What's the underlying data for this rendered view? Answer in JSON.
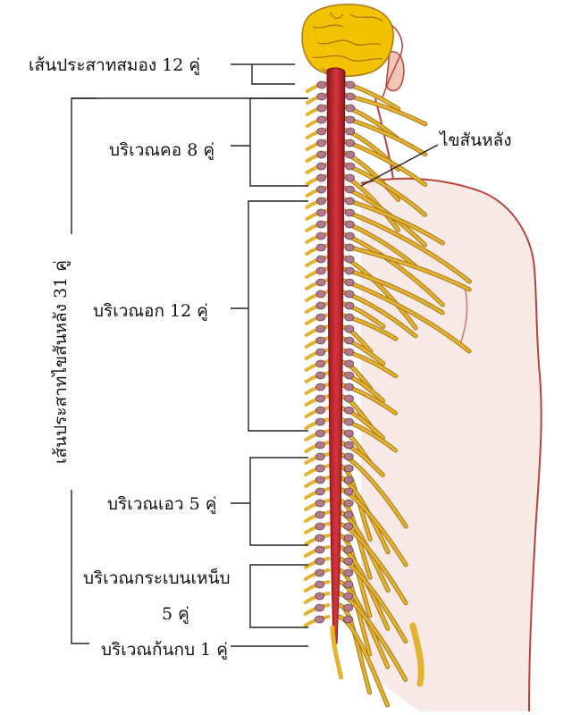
{
  "labels": {
    "cranial_nerves": "เส้นประสาทสมอง 12 คู่",
    "spinal_nerves_total": "เส้นประสาทไขสันหลัง 31 คู่",
    "cervical": "บริเวณคอ 8 คู่",
    "thoracic": "บริเวณอก 12 คู่",
    "lumbar": "บริเวณเอว 5 คู่",
    "sacral_line1": "บริเวณกระเบนเหน็บ",
    "sacral_line2": "5 คู่",
    "coccygeal": "บริเวณก้นกบ 1 คู่",
    "spinal_cord": "ไขสันหลัง"
  },
  "colors": {
    "spinal_cord": "#c0262c",
    "nerve": "#e3b22f",
    "nerve_outline": "#a8781a",
    "ganglion": "#b07a8a",
    "brain": "#f2c200",
    "body_outline": "#b5443a",
    "skin": "#f6e9e6",
    "line": "#222222"
  }
}
